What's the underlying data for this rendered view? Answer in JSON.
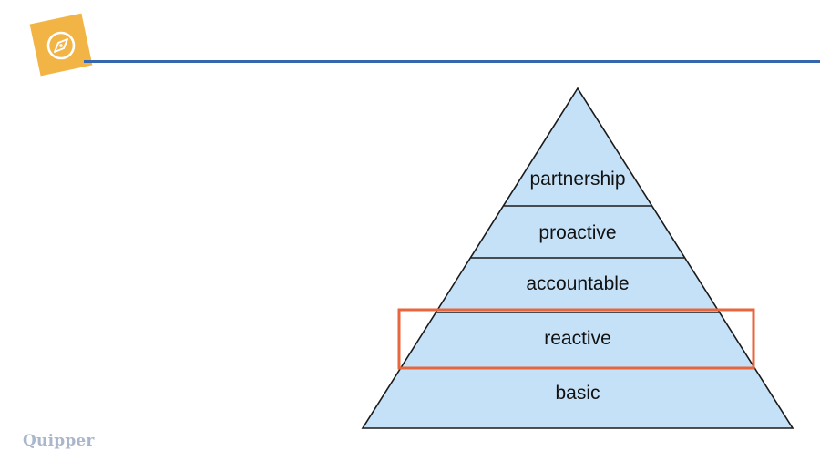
{
  "brand": {
    "logo_text": "Quipper",
    "badge_icon": "compass-icon",
    "badge_color": "#f2b445"
  },
  "header": {
    "rule_color": "#3566ae"
  },
  "pyramid": {
    "fill_color": "#c5e1f7",
    "stroke_color": "#1a1a1a",
    "highlight_color": "#e8663d",
    "highlighted_tier": "reactive",
    "tiers": [
      {
        "label": "partnership"
      },
      {
        "label": "proactive"
      },
      {
        "label": "accountable"
      },
      {
        "label": "reactive"
      },
      {
        "label": "basic"
      }
    ]
  }
}
